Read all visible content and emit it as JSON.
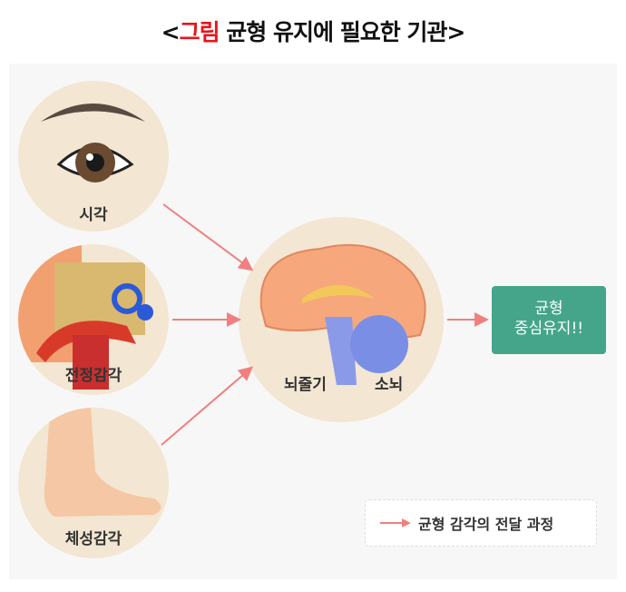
{
  "title": {
    "open": "<",
    "highlight": "그림",
    "rest": " 균형 유지에 필요한 기관",
    "close": ">"
  },
  "organs": {
    "vision": "시각",
    "vestibular": "전정감각",
    "somatosensory": "체성감각"
  },
  "brain": {
    "brainstem": "뇌줄기",
    "cerebellum": "소뇌"
  },
  "result": {
    "line1": "균형",
    "line2": "중심유지!!"
  },
  "legend": {
    "label": "균형 감각의 전달 과정"
  },
  "colors": {
    "arrow": "#f08080",
    "result": "#45a58a",
    "highlight": "#e8141c"
  }
}
